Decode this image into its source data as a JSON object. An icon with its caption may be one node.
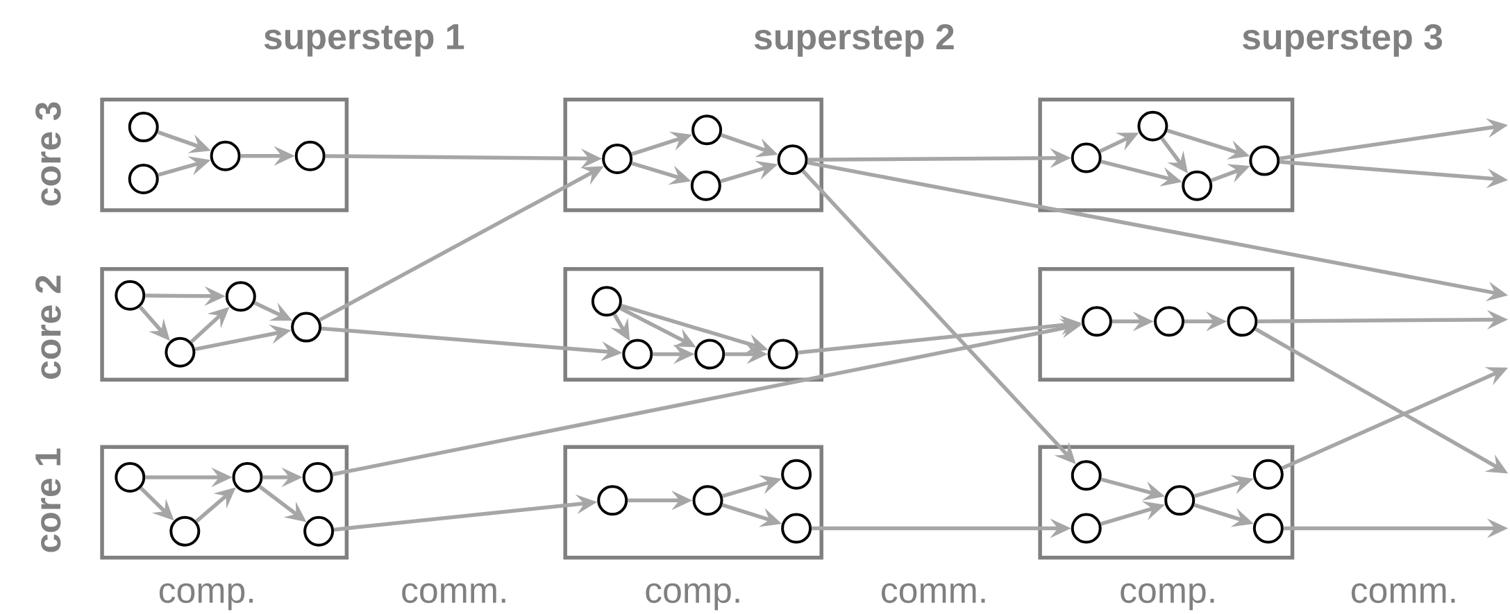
{
  "diagram": {
    "nodes": [
      {
        "text": [],
        "shape": "box"
      },
      {
        "text": [],
        "shape": "circle",
        "in": 0
      },
      {
        "text": [],
        "shape": "circle",
        "in": 0
      },
      {
        "text": [],
        "shape": "circle",
        "in": 0
      },
      {
        "text": [],
        "shape": "circle",
        "in": 0
      },
      {
        "text": [],
        "shape": "box"
      },
      {
        "text": [],
        "shape": "circle",
        "in": 5
      },
      {
        "text": [],
        "shape": "circle",
        "in": 5
      },
      {
        "text": [],
        "shape": "circle",
        "in": 5
      },
      {
        "text": [],
        "shape": "circle",
        "in": 5
      },
      {
        "text": [],
        "shape": "box"
      },
      {
        "text": [],
        "shape": "circle",
        "in": 10
      },
      {
        "text": [],
        "shape": "circle",
        "in": 10
      },
      {
        "text": [],
        "shape": "circle",
        "in": 10
      },
      {
        "text": [],
        "shape": "circle",
        "in": 10
      },
      {
        "text": [],
        "shape": "box"
      },
      {
        "text": [],
        "shape": "circle",
        "in": 15
      },
      {
        "text": [],
        "shape": "circle",
        "in": 15
      },
      {
        "text": [],
        "shape": "circle",
        "in": 15
      },
      {
        "text": [],
        "shape": "circle",
        "in": 15
      },
      {
        "text": [],
        "shape": "box"
      },
      {
        "text": [],
        "shape": "circle",
        "in": 20
      },
      {
        "text": [],
        "shape": "circle",
        "in": 20
      },
      {
        "text": [],
        "shape": "circle",
        "in": 20
      },
      {
        "text": [],
        "shape": "circle",
        "in": 20
      },
      {
        "text": [],
        "shape": "box"
      },
      {
        "text": [],
        "shape": "circle",
        "in": 25
      },
      {
        "text": [],
        "shape": "circle",
        "in": 25
      },
      {
        "text": [],
        "shape": "circle",
        "in": 25
      },
      {
        "text": [],
        "shape": "box"
      },
      {
        "text": [],
        "shape": "circle",
        "in": 29
      },
      {
        "text": [],
        "shape": "circle",
        "in": 29
      },
      {
        "text": [],
        "shape": "circle",
        "in": 29
      },
      {
        "text": [],
        "shape": "circle",
        "in": 29
      },
      {
        "text": [],
        "shape": "circle",
        "in": 29
      },
      {
        "text": [],
        "shape": "box"
      },
      {
        "text": [],
        "shape": "circle",
        "in": 35
      },
      {
        "text": [],
        "shape": "circle",
        "in": 35
      },
      {
        "text": [],
        "shape": "circle",
        "in": 35
      },
      {
        "text": [],
        "shape": "circle",
        "in": 35
      },
      {
        "text": [],
        "shape": "box"
      },
      {
        "text": [],
        "shape": "circle",
        "in": 40
      },
      {
        "text": [],
        "shape": "circle",
        "in": 40
      },
      {
        "text": [],
        "shape": "circle",
        "in": 40
      },
      {
        "text": [],
        "shape": "circle",
        "in": 40
      },
      {
        "text": [],
        "shape": "circle",
        "in": 40
      }
    ],
    "edges": [
      {
        "from": 1,
        "to": 3,
        "arrow": "to"
      },
      {
        "from": 2,
        "to": 3,
        "arrow": "to"
      },
      {
        "from": 3,
        "to": 4,
        "arrow": "to"
      },
      {
        "from": 6,
        "to": 7,
        "arrow": "to"
      },
      {
        "from": 6,
        "to": 8,
        "arrow": "to"
      },
      {
        "from": 7,
        "to": 9,
        "arrow": "to"
      },
      {
        "from": 8,
        "to": 9,
        "arrow": "to"
      },
      {
        "from": 11,
        "to": 12,
        "arrow": "to"
      },
      {
        "from": 11,
        "to": 13,
        "arrow": "to"
      },
      {
        "from": 12,
        "to": 14,
        "arrow": "to"
      },
      {
        "from": 12,
        "to": 13,
        "arrow": "to"
      },
      {
        "from": 13,
        "to": 14,
        "arrow": "to"
      },
      {
        "from": 16,
        "to": 17,
        "arrow": "to"
      },
      {
        "from": 16,
        "to": 18,
        "arrow": "to"
      },
      {
        "from": 18,
        "to": 17,
        "arrow": "to"
      },
      {
        "from": 17,
        "to": 19,
        "arrow": "to"
      },
      {
        "from": 18,
        "to": 19,
        "arrow": "to"
      },
      {
        "from": 21,
        "to": 22,
        "arrow": "to"
      },
      {
        "from": 21,
        "to": 23,
        "arrow": "to"
      },
      {
        "from": 21,
        "to": 24,
        "arrow": "to"
      },
      {
        "from": 22,
        "to": 23,
        "arrow": "to"
      },
      {
        "from": 23,
        "to": 24,
        "arrow": "to"
      },
      {
        "from": 26,
        "to": 27,
        "arrow": "to"
      },
      {
        "from": 27,
        "to": 28,
        "arrow": "to"
      },
      {
        "from": 30,
        "to": 32,
        "arrow": "to"
      },
      {
        "from": 30,
        "to": 31,
        "arrow": "to"
      },
      {
        "from": 31,
        "to": 32,
        "arrow": "to"
      },
      {
        "from": 32,
        "to": 33,
        "arrow": "to"
      },
      {
        "from": 32,
        "to": 34,
        "arrow": "to"
      },
      {
        "from": 36,
        "to": 37,
        "arrow": "to"
      },
      {
        "from": 37,
        "to": 38,
        "arrow": "to"
      },
      {
        "from": 37,
        "to": 39,
        "arrow": "to"
      },
      {
        "from": 41,
        "to": 43,
        "arrow": "to"
      },
      {
        "from": 42,
        "to": 43,
        "arrow": "to"
      },
      {
        "from": 43,
        "to": 44,
        "arrow": "to"
      },
      {
        "from": 43,
        "to": 45,
        "arrow": "to"
      },
      {
        "from": 4,
        "to": 6,
        "arrow": "to"
      },
      {
        "from": 19,
        "to": 6,
        "arrow": "to"
      },
      {
        "from": 19,
        "to": 22,
        "arrow": "to"
      },
      {
        "from": 33,
        "to": 26,
        "arrow": "to"
      },
      {
        "from": 34,
        "to": 36,
        "arrow": "to"
      },
      {
        "from": 9,
        "to": 11,
        "arrow": "to"
      },
      {
        "from": 9,
        "to": 41,
        "arrow": "to"
      },
      {
        "from": 9,
        "to": null,
        "arrow": "to"
      },
      {
        "from": 24,
        "to": 26,
        "arrow": "to"
      },
      {
        "from": 39,
        "to": 42,
        "arrow": "to"
      },
      {
        "from": 14,
        "to": null,
        "arrow": "to"
      },
      {
        "from": 14,
        "to": null,
        "arrow": "to"
      },
      {
        "from": 28,
        "to": null,
        "arrow": "to"
      },
      {
        "from": 28,
        "to": null,
        "arrow": "to"
      },
      {
        "from": 44,
        "to": null,
        "arrow": "to"
      },
      {
        "from": 45,
        "to": null,
        "arrow": "to"
      }
    ],
    "labels": [
      "superstep 1",
      "superstep 2",
      "superstep 3",
      "core 3",
      "core 2",
      "core 1",
      "comp.",
      "comm.",
      "comp.",
      "comm.",
      "comp.",
      "comm."
    ]
  }
}
